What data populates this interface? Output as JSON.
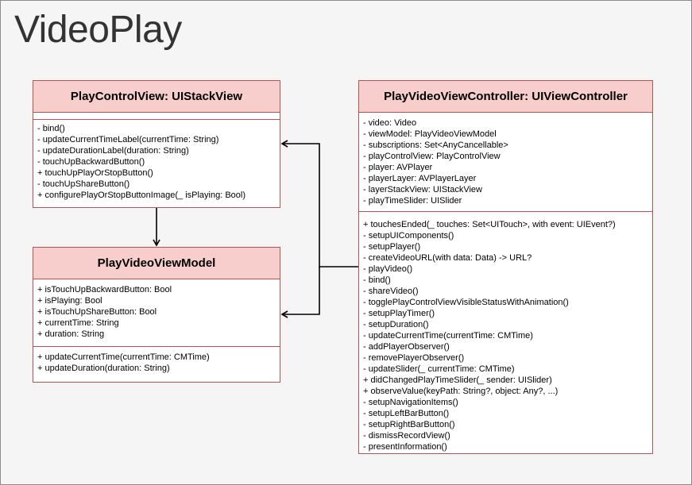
{
  "title": "VideoPlay",
  "classes": {
    "play_control_view": {
      "name": "PlayControlView: UIStackView",
      "attributes": [],
      "methods": [
        "- bind()",
        "- updateCurrentTimeLabel(currentTime: String)",
        "- updateDurationLabel(duration: String)",
        "- touchUpBackwardButton()",
        "+ touchUpPlayOrStopButton()",
        "- touchUpShareButton()",
        "+ configurePlayOrStopButtonImage(_ isPlaying: Bool)"
      ]
    },
    "play_video_view_model": {
      "name": "PlayVideoViewModel",
      "attributes": [
        "+ isTouchUpBackwardButton: Bool",
        "+ isPlaying: Bool",
        "+ isTouchUpShareButton: Bool",
        "+ currentTime: String",
        "+ duration: String"
      ],
      "methods": [
        "+ updateCurrentTime(currentTime: CMTime)",
        "+ updateDuration(duration: String)"
      ]
    },
    "play_video_view_controller": {
      "name": "PlayVideoViewController: UIViewController",
      "attributes": [
        "- video: Video",
        "- viewModel: PlayVideoViewModel",
        "- subscriptions: Set<AnyCancellable>",
        "- playControlView: PlayControlView",
        "- player: AVPlayer",
        "- playerLayer: AVPlayerLayer",
        "- layerStackView: UIStackView",
        "- playTimeSlider: UISlider"
      ],
      "methods": [
        "+ touchesEnded(_ touches: Set<UITouch>, with event: UIEvent?)",
        "- setupUIComponents()",
        "- setupPlayer()",
        "- createVideoURL(with data: Data) -> URL?",
        "- playVideo()",
        "- bind()",
        "- shareVideo()",
        "- togglePlayControlViewVisibleStatusWithAnimation()",
        "- setupPlayTimer()",
        "- setupDuration()",
        "- updateCurrentTime(currentTime: CMTime)",
        "- addPlayerObserver()",
        "- removePlayerObserver()",
        "- updateSlider(_ currentTime: CMTime)",
        "+ didChangedPlayTimeSlider(_ sender: UISlider)",
        "+ observeValue(keyPath: String?, object: Any?, ...)",
        "- setupNavigationItems()",
        "- setupLeftBarButton()",
        "- setupRightBarButton()",
        "- dismissRecordView()",
        "- presentInformation()"
      ]
    }
  },
  "colors": {
    "header_fill": "#f8cecc",
    "border": "#b85450",
    "canvas": "#f5f5f5",
    "title": "#333333",
    "edge": "#000000"
  }
}
